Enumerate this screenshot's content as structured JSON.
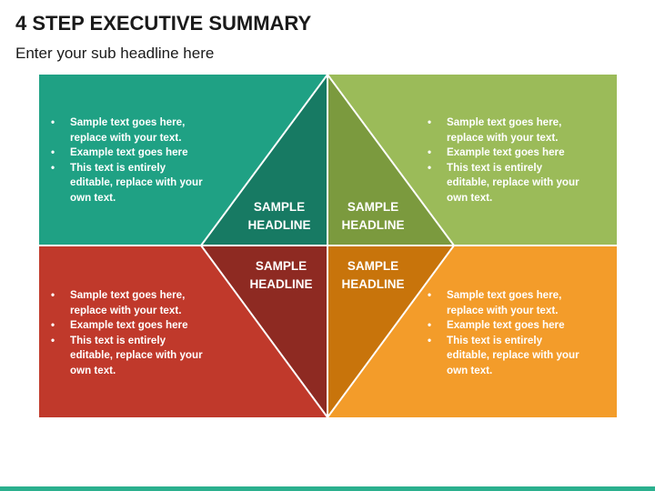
{
  "title": "4 STEP EXECUTIVE SUMMARY",
  "subtitle": "Enter your sub headline here",
  "colors": {
    "teal": "#1fa184",
    "teal_dark": "#177a63",
    "green": "#9bbb59",
    "green_dark": "#7b9a3e",
    "red": "#c0392b",
    "red_dark": "#8e2a22",
    "orange": "#f39c2a",
    "orange_dark": "#c8740b",
    "bar": "#2bb08e"
  },
  "quadrants": {
    "top_left": {
      "headline": [
        "SAMPLE",
        "HEADLINE"
      ],
      "bullets": [
        "Sample text goes here, replace with your text.",
        "Example text goes here",
        "This text is entirely editable, replace with your own text."
      ]
    },
    "top_right": {
      "headline": [
        "SAMPLE",
        "HEADLINE"
      ],
      "bullets": [
        "Sample text goes here, replace with your text.",
        "Example text goes here",
        "This text is entirely editable, replace with your own text."
      ]
    },
    "bottom_left": {
      "headline": [
        "SAMPLE",
        "HEADLINE"
      ],
      "bullets": [
        "Sample text goes here, replace with your text.",
        "Example text goes here",
        "This text is entirely editable, replace with your own text."
      ]
    },
    "bottom_right": {
      "headline": [
        "SAMPLE",
        "HEADLINE"
      ],
      "bullets": [
        "Sample text goes here, replace with your text.",
        "Example text goes here",
        "This text is entirely editable, replace with your own text."
      ]
    }
  }
}
